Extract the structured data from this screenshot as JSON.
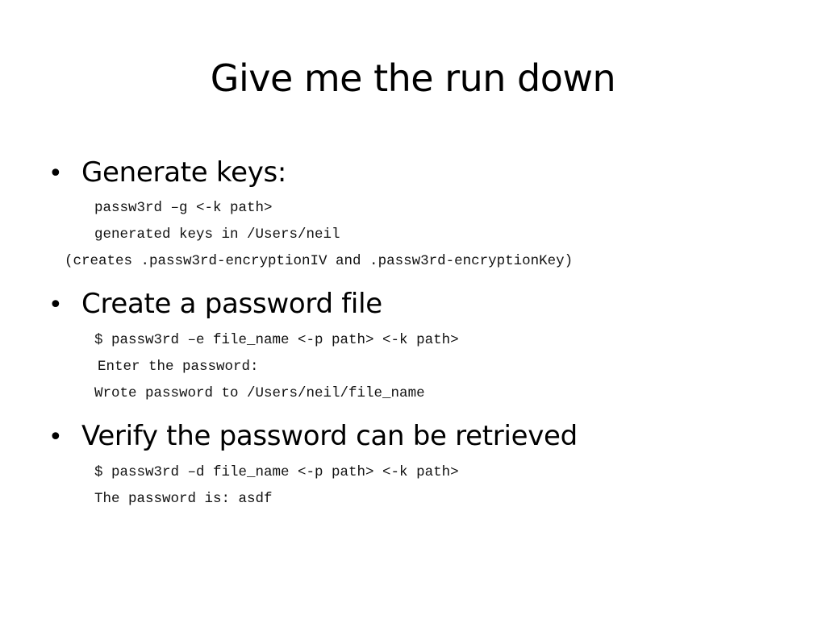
{
  "slide": {
    "title": "Give me the run down",
    "bullet_glyph": "•",
    "sections": [
      {
        "heading": "Generate keys:",
        "lines": [
          "passw3rd –g <-k path>",
          "generated keys in /Users/neil",
          "(creates .passw3rd-encryptionIV and .passw3rd-encryptionKey)"
        ]
      },
      {
        "heading": "Create a password file",
        "lines": [
          "$ passw3rd –e file_name <-p path> <-k path>",
          "Enter the password:",
          "Wrote password to /Users/neil/file_name"
        ]
      },
      {
        "heading": "Verify the password can be retrieved",
        "lines": [
          "$ passw3rd –d file_name <-p path> <-k path>",
          "The password is: asdf"
        ]
      }
    ]
  }
}
